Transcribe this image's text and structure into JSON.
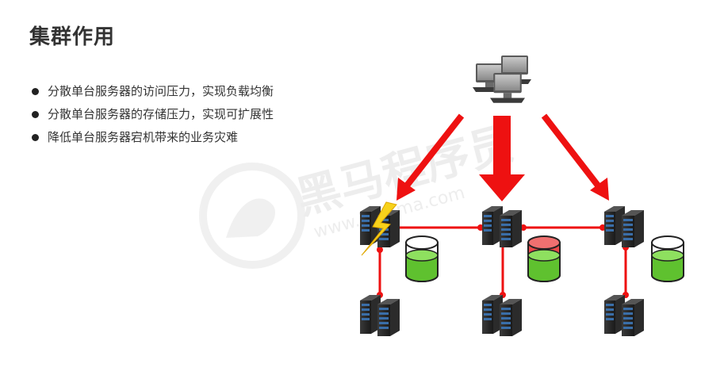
{
  "slide": {
    "title": "集群作用",
    "bullets": [
      "分散单台服务器的访问压力，实现负载均衡",
      "分散单台服务器的存储压力，实现可扩展性",
      "降低单台服务器宕机带来的业务灾难"
    ]
  },
  "watermark": {
    "text": "黑马程序员",
    "url": "www.itheima.com"
  },
  "colors": {
    "arrow": "#ee1111",
    "link": "#ee1111",
    "storage_ok": "#5fc12f",
    "storage_down": "#e84848",
    "lightning": "#f7d21b"
  }
}
